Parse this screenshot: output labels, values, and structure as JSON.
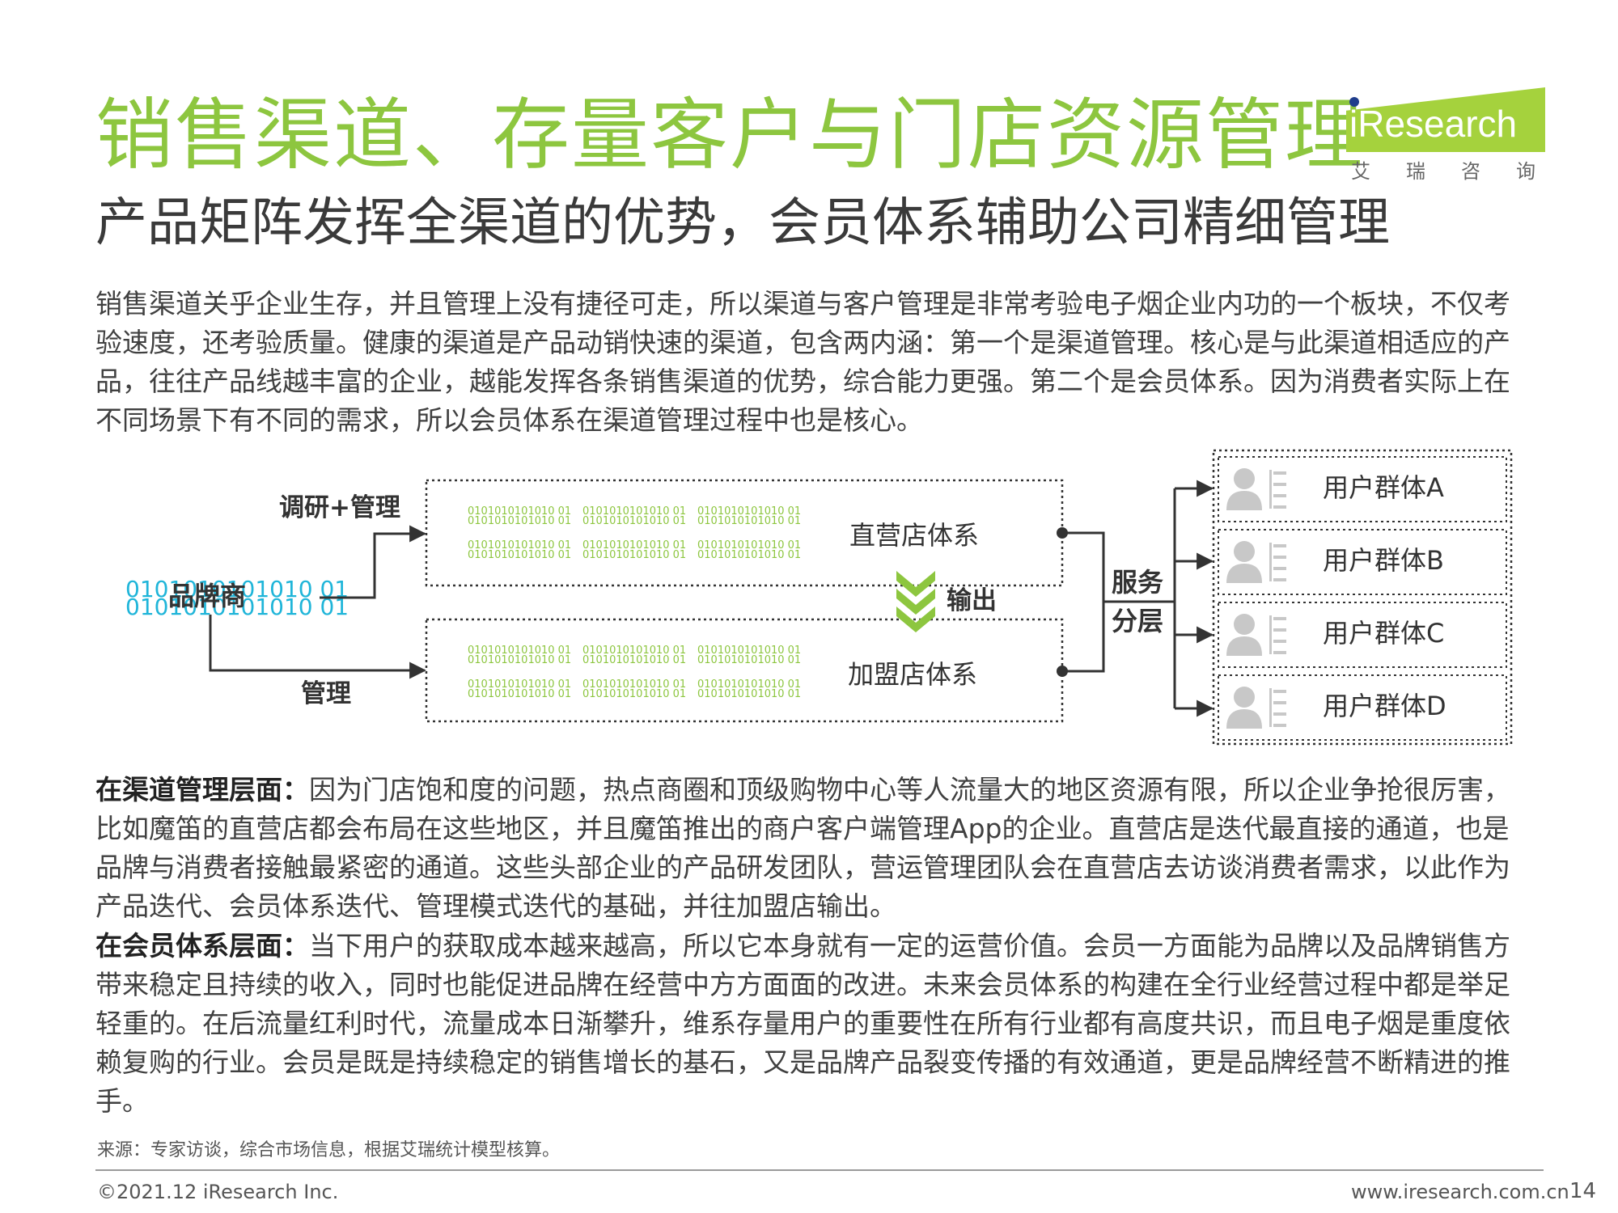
{
  "title": "销售渠道、存量客户与门店资源管理",
  "subtitle": "产品矩阵发挥全渠道的优势，会员体系辅助公司精细管理",
  "logo": {
    "text": "iResearch",
    "cn": "艾瑞咨询"
  },
  "intro": "销售渠道关乎企业生存，并且管理上没有捷径可走，所以渠道与客户管理是非常考验电子烟企业内功的一个板块，不仅考验速度，还考验质量。健康的渠道是产品动销快速的渠道，包含两内涵：第一个是渠道管理。核心是与此渠道相适应的产品，往往产品线越丰富的企业，越能发挥各条销售渠道的优势，综合能力更强。第二个是会员体系。因为消费者实际上在不同场景下有不同的需求，所以会员体系在渠道管理过程中也是核心。",
  "diagram": {
    "brand": "品牌商",
    "research_manage": "调研+管理",
    "manage": "管理",
    "direct_store": "直营店体系",
    "franchise_store": "加盟店体系",
    "output": "输出",
    "service_line1": "服务",
    "service_line2": "分层",
    "groups": [
      "用户群体A",
      "用户群体B",
      "用户群体C",
      "用户群体D"
    ],
    "binary_text": "0101010101010 01",
    "brand_binary": "0101010101010 01",
    "colors": {
      "green": "#8dc63f",
      "cyan": "#1fb5d9",
      "dark": "#333333",
      "icon_gray": "#c8c8c8"
    }
  },
  "channel": {
    "lead": "在渠道管理层面：",
    "text": "因为门店饱和度的问题，热点商圈和顶级购物中心等人流量大的地区资源有限，所以企业争抢很厉害，比如魔笛的直营店都会布局在这些地区，并且魔笛推出的商户客户端管理App的企业。直营店是迭代最直接的通道，也是品牌与消费者接触最紧密的通道。这些头部企业的产品研发团队，营运管理团队会在直营店去访谈消费者需求，以此作为产品迭代、会员体系迭代、管理模式迭代的基础，并往加盟店输出。"
  },
  "member": {
    "lead": "在会员体系层面：",
    "text": "当下用户的获取成本越来越高，所以它本身就有一定的运营价值。会员一方面能为品牌以及品牌销售方带来稳定且持续的收入，同时也能促进品牌在经营中方方面面的改进。未来会员体系的构建在全行业经营过程中都是举足轻重的。在后流量红利时代，流量成本日渐攀升，维系存量用户的重要性在所有行业都有高度共识，而且电子烟是重度依赖复购的行业。会员是既是持续稳定的销售增长的基石，又是品牌产品裂变传播的有效通道，更是品牌经营不断精进的推手。"
  },
  "source": "来源：专家访谈，综合市场信息，根据艾瑞统计模型核算。",
  "footer": {
    "copyright": "©2021.12 iResearch Inc.",
    "url": "www.iresearch.com.cn",
    "page": "14"
  }
}
